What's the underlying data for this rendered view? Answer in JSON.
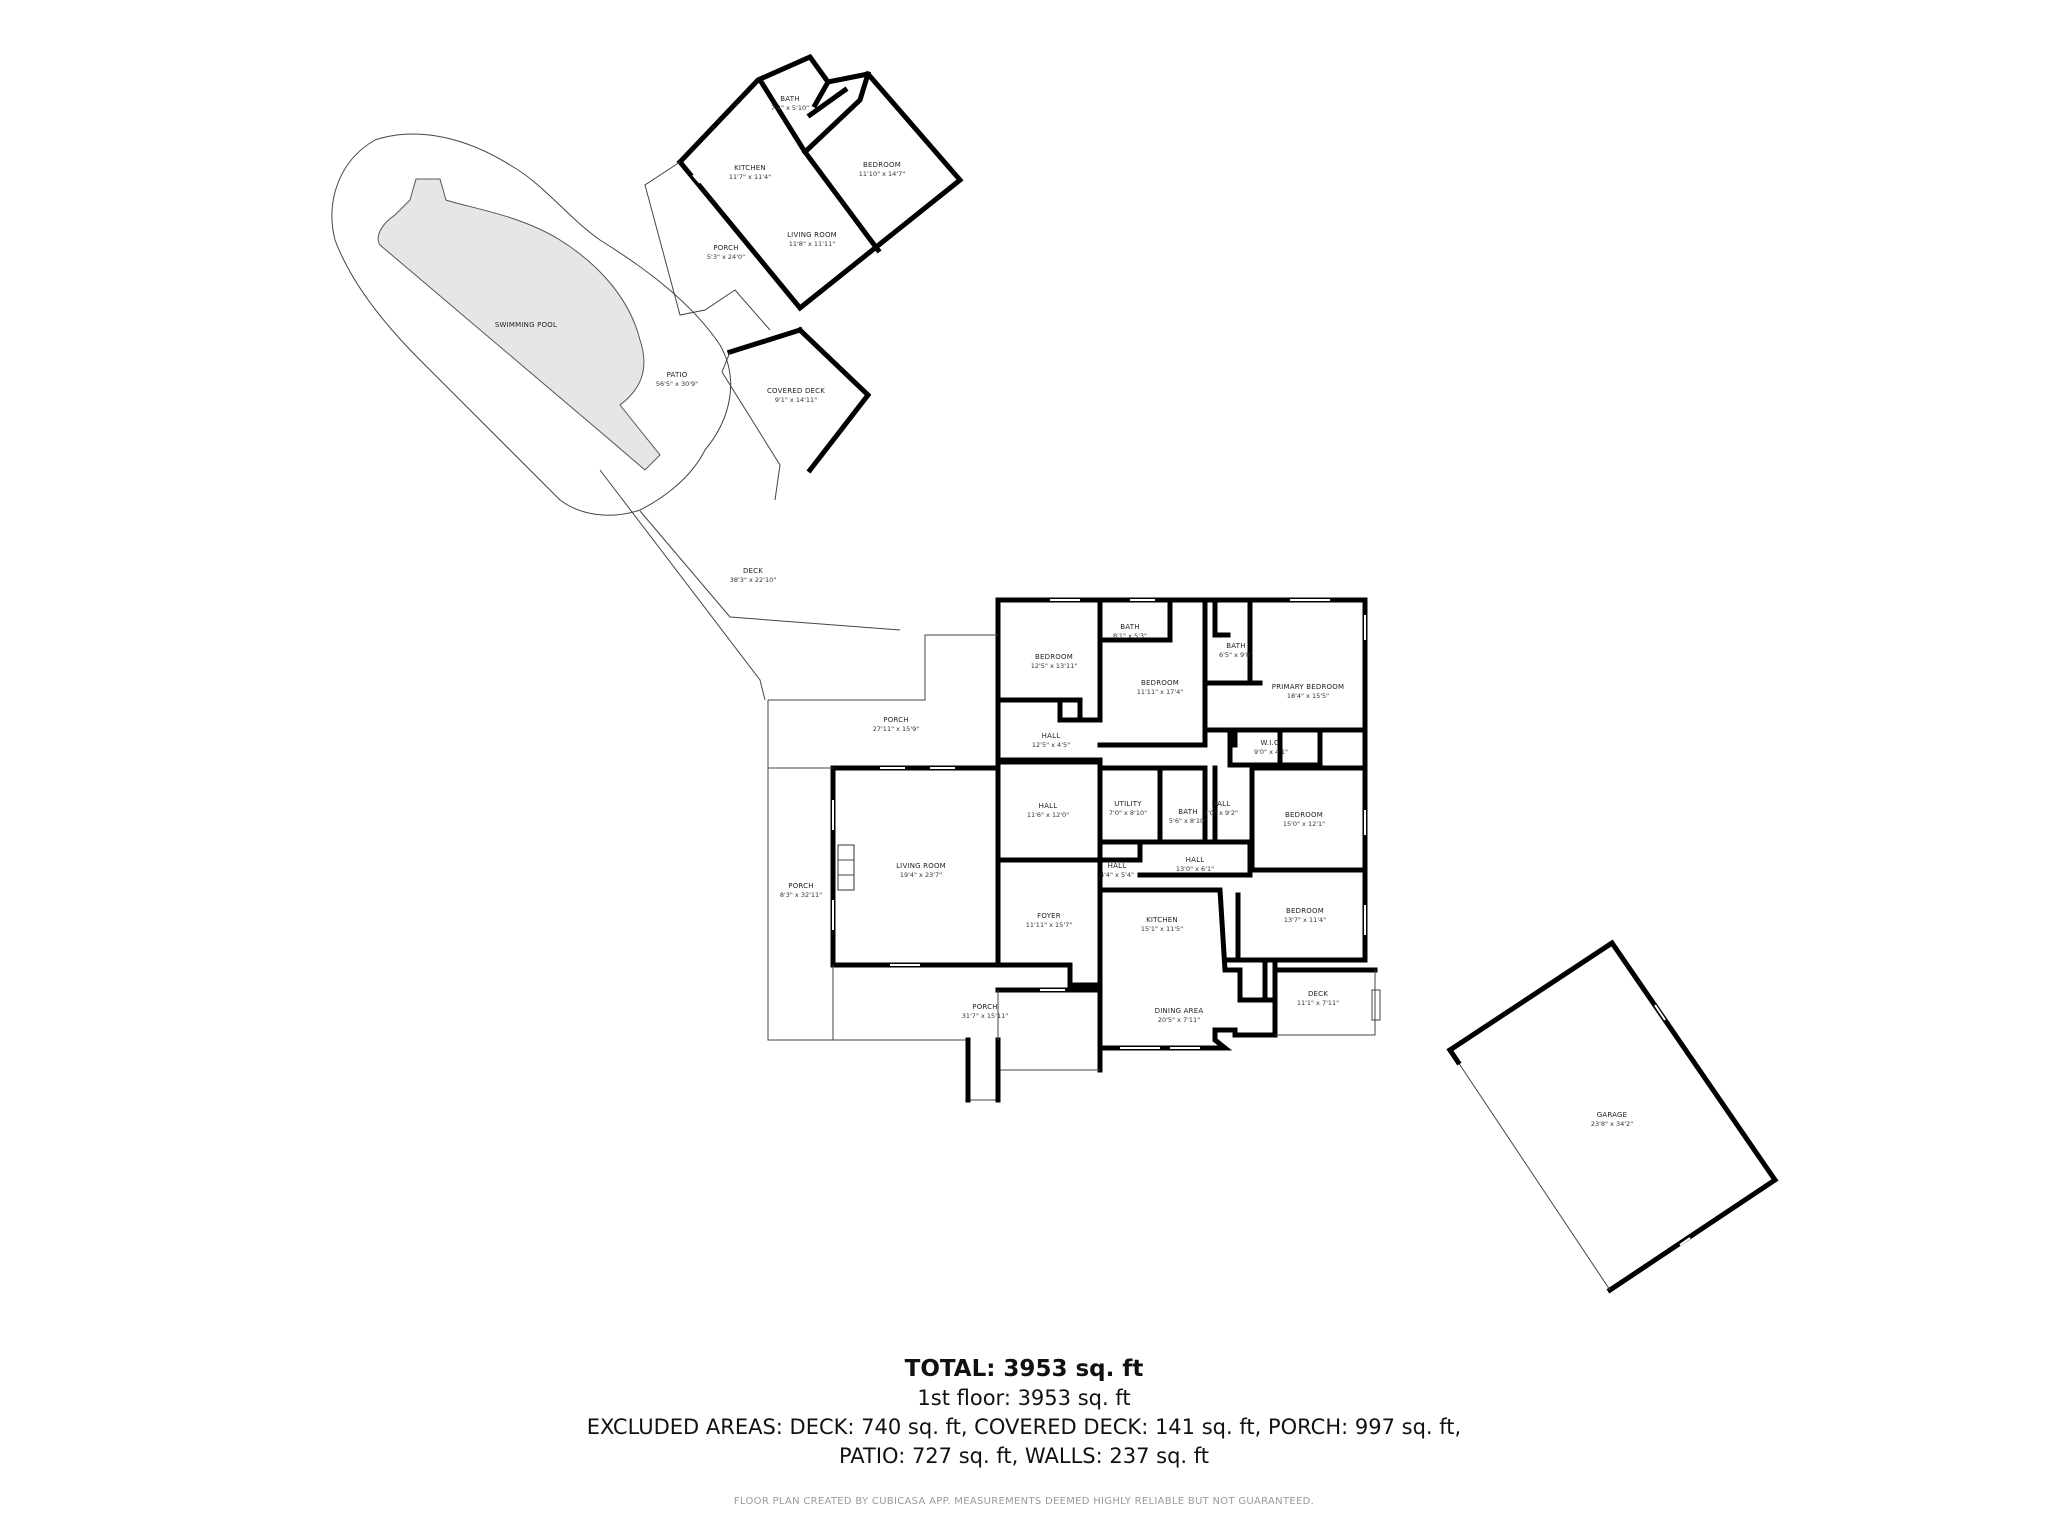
{
  "rooms": {
    "bath_guest": {
      "name": "BATH",
      "dim": "7'4\" x 5'10\""
    },
    "kitchen_guest": {
      "name": "KITCHEN",
      "dim": "11'7\" x 11'4\""
    },
    "bedroom_guest": {
      "name": "BEDROOM",
      "dim": "11'10\" x 14'7\""
    },
    "living_guest": {
      "name": "LIVING ROOM",
      "dim": "11'8\" x 11'11\""
    },
    "porch_guest": {
      "name": "PORCH",
      "dim": "5'3\" x 24'0\""
    },
    "pool": {
      "name": "SWIMMING POOL",
      "dim": ""
    },
    "patio": {
      "name": "PATIO",
      "dim": "56'5\" x 30'9\""
    },
    "covered_deck": {
      "name": "COVERED DECK",
      "dim": "9'1\" x 14'11\""
    },
    "deck_main": {
      "name": "DECK",
      "dim": "38'3\" x 22'10\""
    },
    "bedroom_nw": {
      "name": "BEDROOM",
      "dim": "12'5\" x 13'11\""
    },
    "bath_n1": {
      "name": "BATH",
      "dim": "8'1\" x 5'3\""
    },
    "bedroom_n2": {
      "name": "BEDROOM",
      "dim": "11'11\" x 17'4\""
    },
    "bath_n2": {
      "name": "BATH",
      "dim": "6'5\" x 9'8\""
    },
    "primary_bedroom": {
      "name": "PRIMARY BEDROOM",
      "dim": "18'4\" x 15'5\""
    },
    "porch_n": {
      "name": "PORCH",
      "dim": "27'11\" x 15'9\""
    },
    "hall_n": {
      "name": "HALL",
      "dim": "12'5\" x 4'5\""
    },
    "wic": {
      "name": "W.I.C.",
      "dim": "9'0\" x 4'1\""
    },
    "hall_c": {
      "name": "HALL",
      "dim": "11'6\" x 12'0\""
    },
    "utility": {
      "name": "UTILITY",
      "dim": "7'0\" x 8'10\""
    },
    "bath_c": {
      "name": "BATH",
      "dim": "5'6\" x 8'10\""
    },
    "hall_narrow": {
      "name": "HALL",
      "dim": "3'0\" x 9'2\""
    },
    "bedroom_e1": {
      "name": "BEDROOM",
      "dim": "15'0\" x 12'1\""
    },
    "porch_w": {
      "name": "PORCH",
      "dim": "8'3\" x 32'11\""
    },
    "living_main": {
      "name": "LIVING ROOM",
      "dim": "19'4\" x 23'7\""
    },
    "hall_s1": {
      "name": "HALL",
      "dim": "4'4\" x 5'4\""
    },
    "hall_s2": {
      "name": "HALL",
      "dim": "13'0\" x 6'1\""
    },
    "foyer": {
      "name": "FOYER",
      "dim": "11'11\" x 15'7\""
    },
    "kitchen_main": {
      "name": "KITCHEN",
      "dim": "15'1\" x 11'5\""
    },
    "bedroom_e2": {
      "name": "BEDROOM",
      "dim": "13'7\" x 11'4\""
    },
    "deck_e": {
      "name": "DECK",
      "dim": "11'1\" x 7'11\""
    },
    "porch_s": {
      "name": "PORCH",
      "dim": "31'7\" x 15'11\""
    },
    "dining": {
      "name": "DINING AREA",
      "dim": "20'5\" x 7'11\""
    },
    "garage": {
      "name": "GARAGE",
      "dim": "23'8\" x 34'2\""
    }
  },
  "summary": {
    "total": "TOTAL: 3953 sq. ft",
    "floor": "1st floor: 3953 sq. ft",
    "excluded_1": "EXCLUDED AREAS: DECK: 740 sq. ft, COVERED DECK: 141 sq. ft, PORCH: 997 sq. ft,",
    "excluded_2": "PATIO: 727 sq. ft, WALLS: 237 sq. ft"
  },
  "footer": "FLOOR PLAN CREATED BY CUBICASA APP. MEASUREMENTS DEEMED HIGHLY RELIABLE BUT NOT GUARANTEED."
}
